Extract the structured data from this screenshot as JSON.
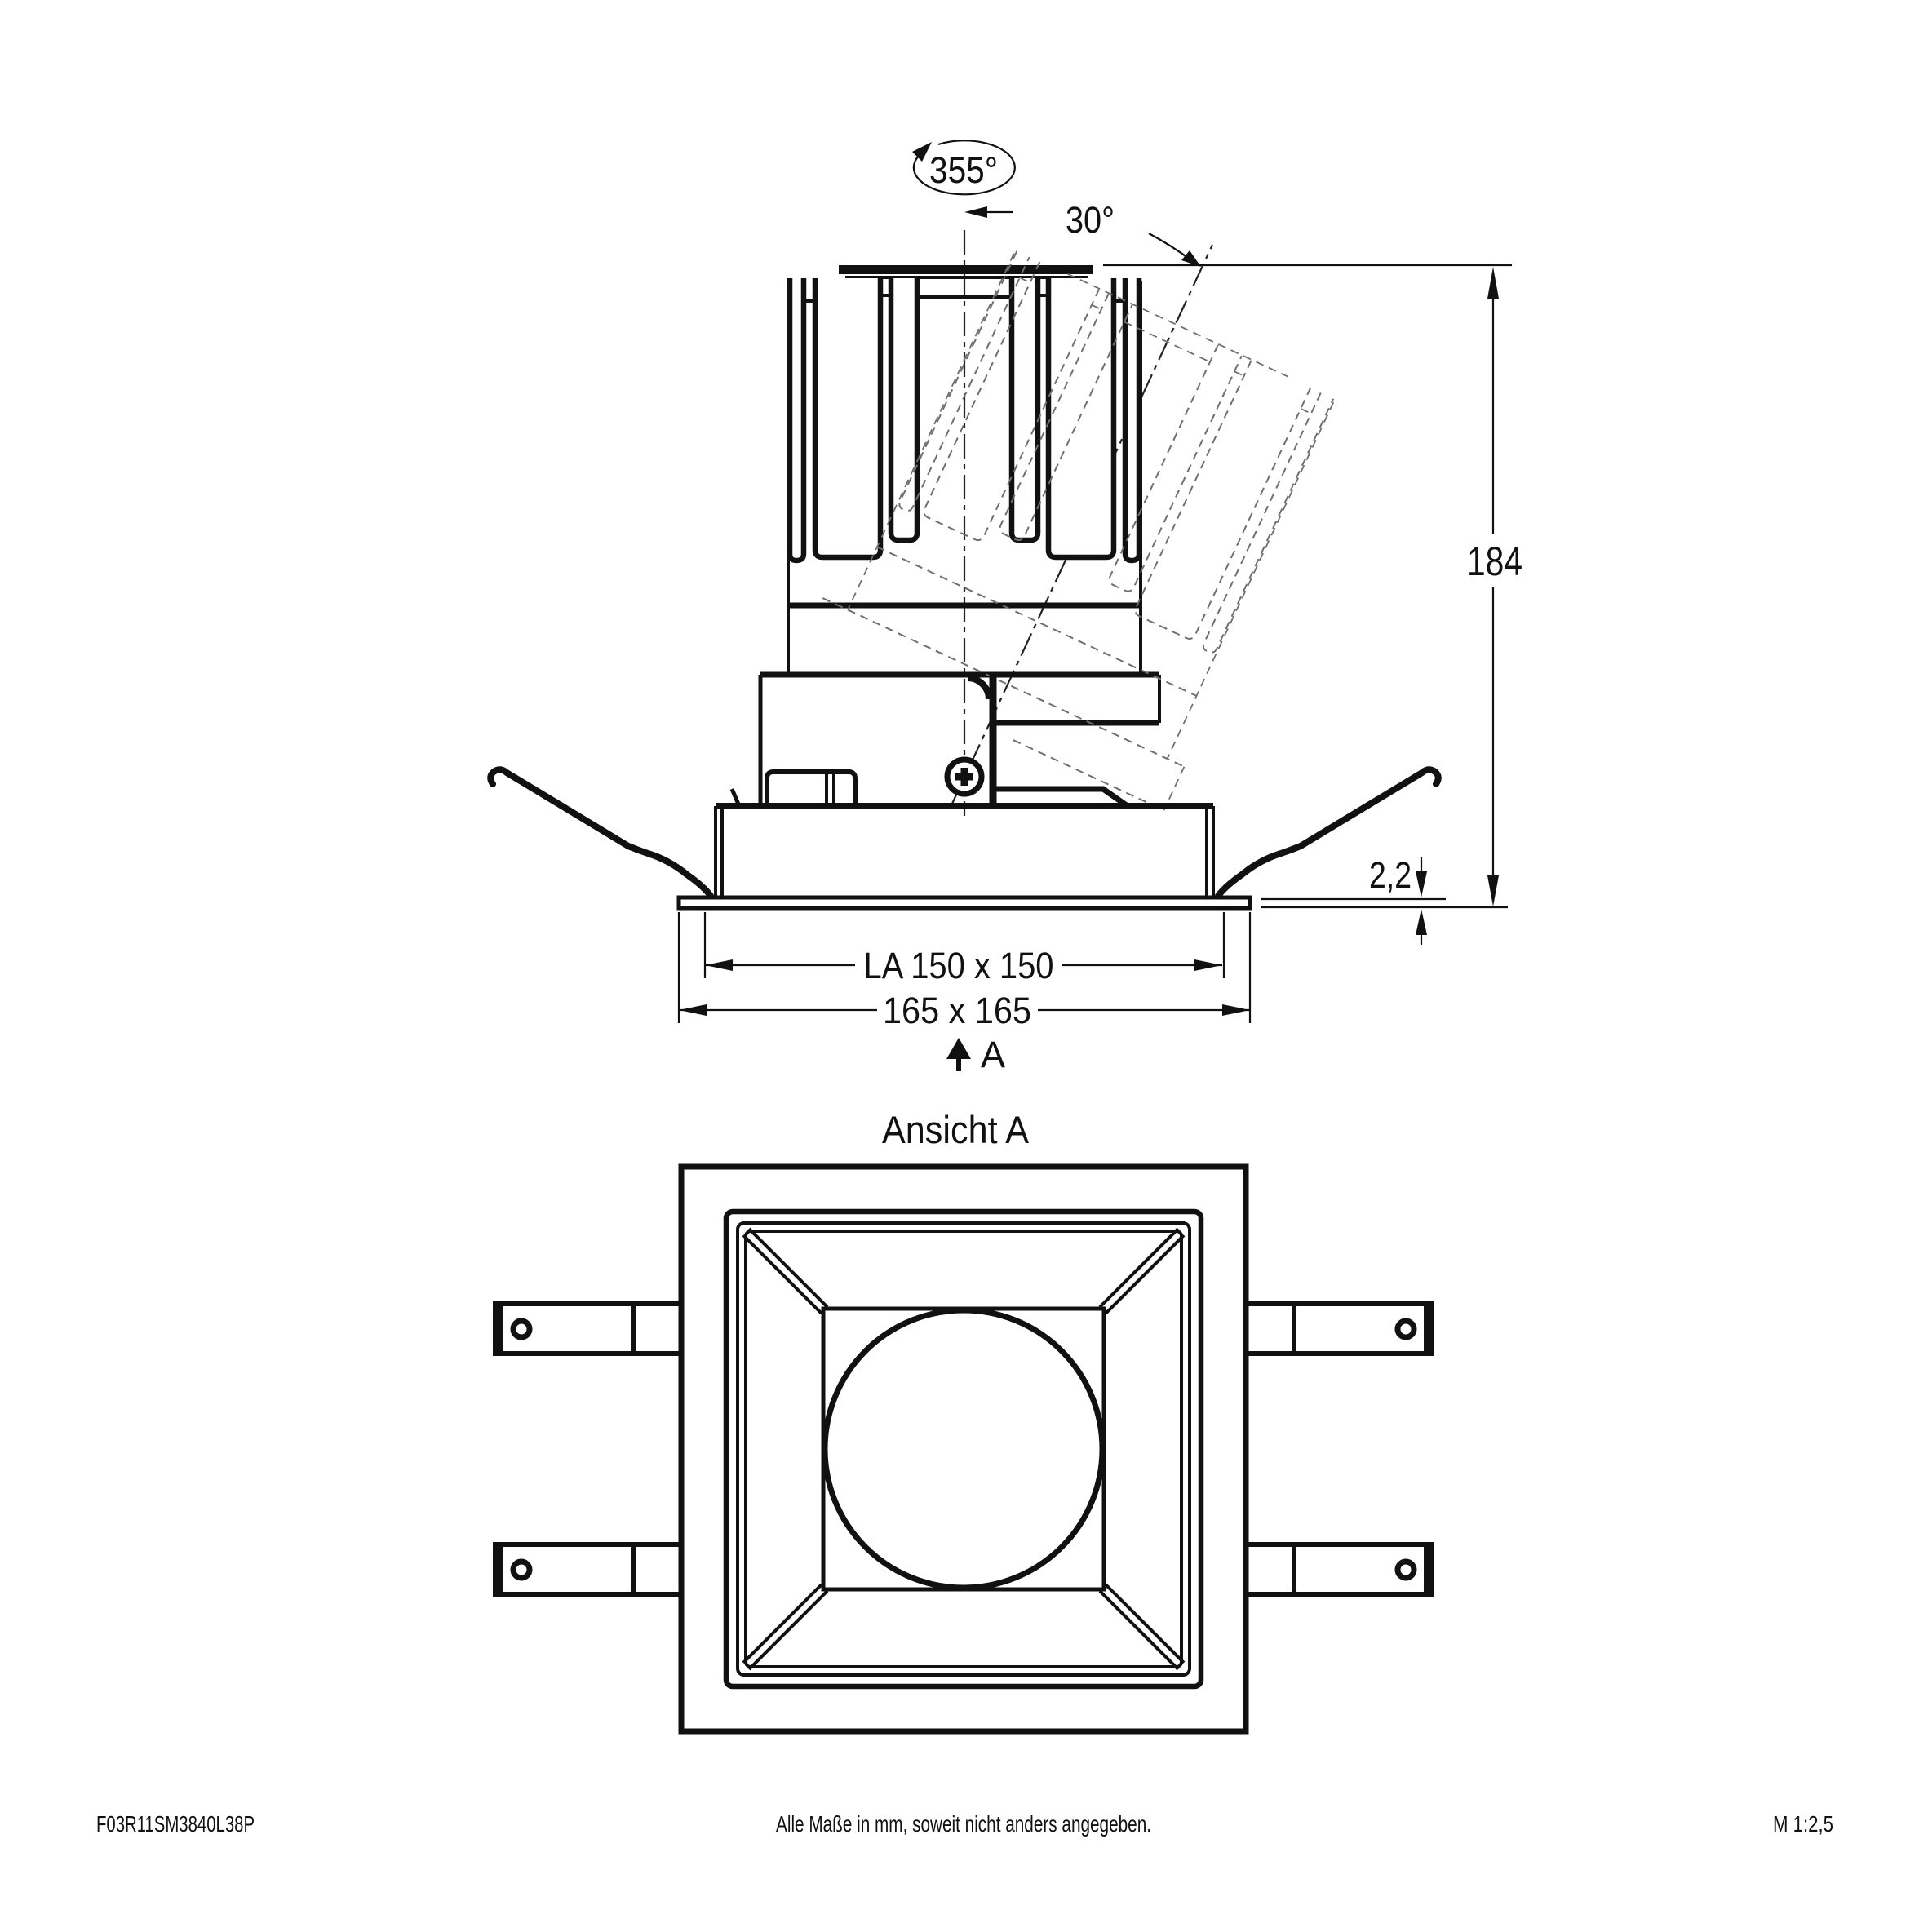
{
  "side_view": {
    "rotation_label": "355°",
    "tilt_label": "30°",
    "height_label": "184",
    "flange_thickness_label": "2,2",
    "cutout_label": "LA 150 x 150",
    "overall_label": "165 x 165",
    "view_arrow_label": "A"
  },
  "front_view": {
    "title": "Ansicht A"
  },
  "footer": {
    "article_number": "F03R11SM3840L38P",
    "note": "Alle Maße in mm, soweit nicht anders angegeben.",
    "scale": "M 1:2,5"
  },
  "colors": {
    "line": "#111111",
    "ghost": "#6f6f6f",
    "background": "#ffffff"
  }
}
